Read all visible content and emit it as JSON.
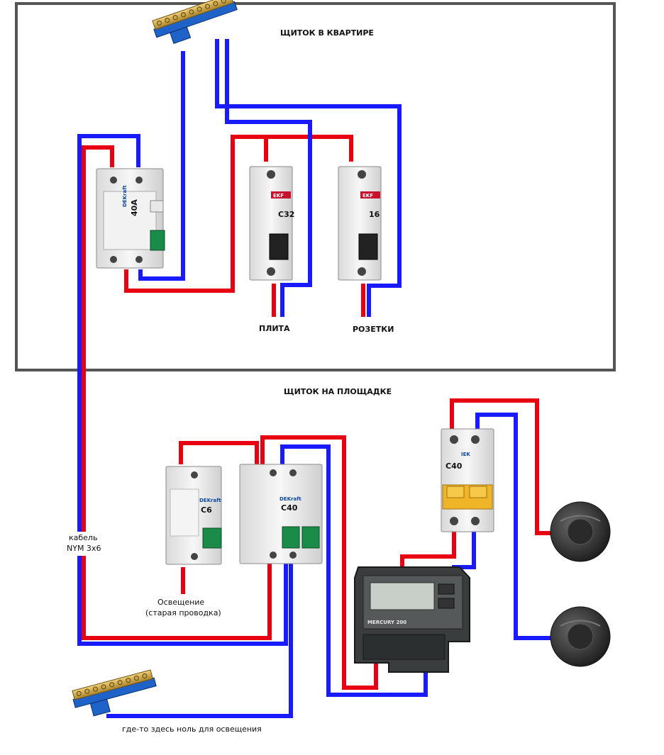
{
  "labels": {
    "apartment_panel": "ЩИТОК В КВАРТИРЕ",
    "landing_panel": "ЩИТОК НА ПЛОЩАДКЕ",
    "stove": "ПЛИТА",
    "sockets": "РОЗЕТКИ",
    "cable_line1": "кабель",
    "cable_line2": "NYM 3x6",
    "lighting_line1": "Освещение",
    "lighting_line2": "(старая проводка)",
    "neutral_note": "где-то здесь ноль для освещения"
  },
  "devices": {
    "rcd": {
      "brand": "DEKraft",
      "rating": "40A"
    },
    "breaker_stove": {
      "brand": "EKF",
      "rating": "C32"
    },
    "breaker_sockets": {
      "brand": "EKF",
      "rating": "16"
    },
    "breaker_lighting": {
      "brand": "DEKraft",
      "rating": "C6"
    },
    "breaker_main": {
      "brand": "DEKraft",
      "rating": "C40"
    },
    "breaker_input": {
      "brand": "IEK",
      "rating": "C40"
    },
    "meter": {
      "brand": "MERCURY 200"
    }
  },
  "colors": {
    "phase": "#e60012",
    "neutral": "#1a1aff",
    "frame": "#555555"
  }
}
